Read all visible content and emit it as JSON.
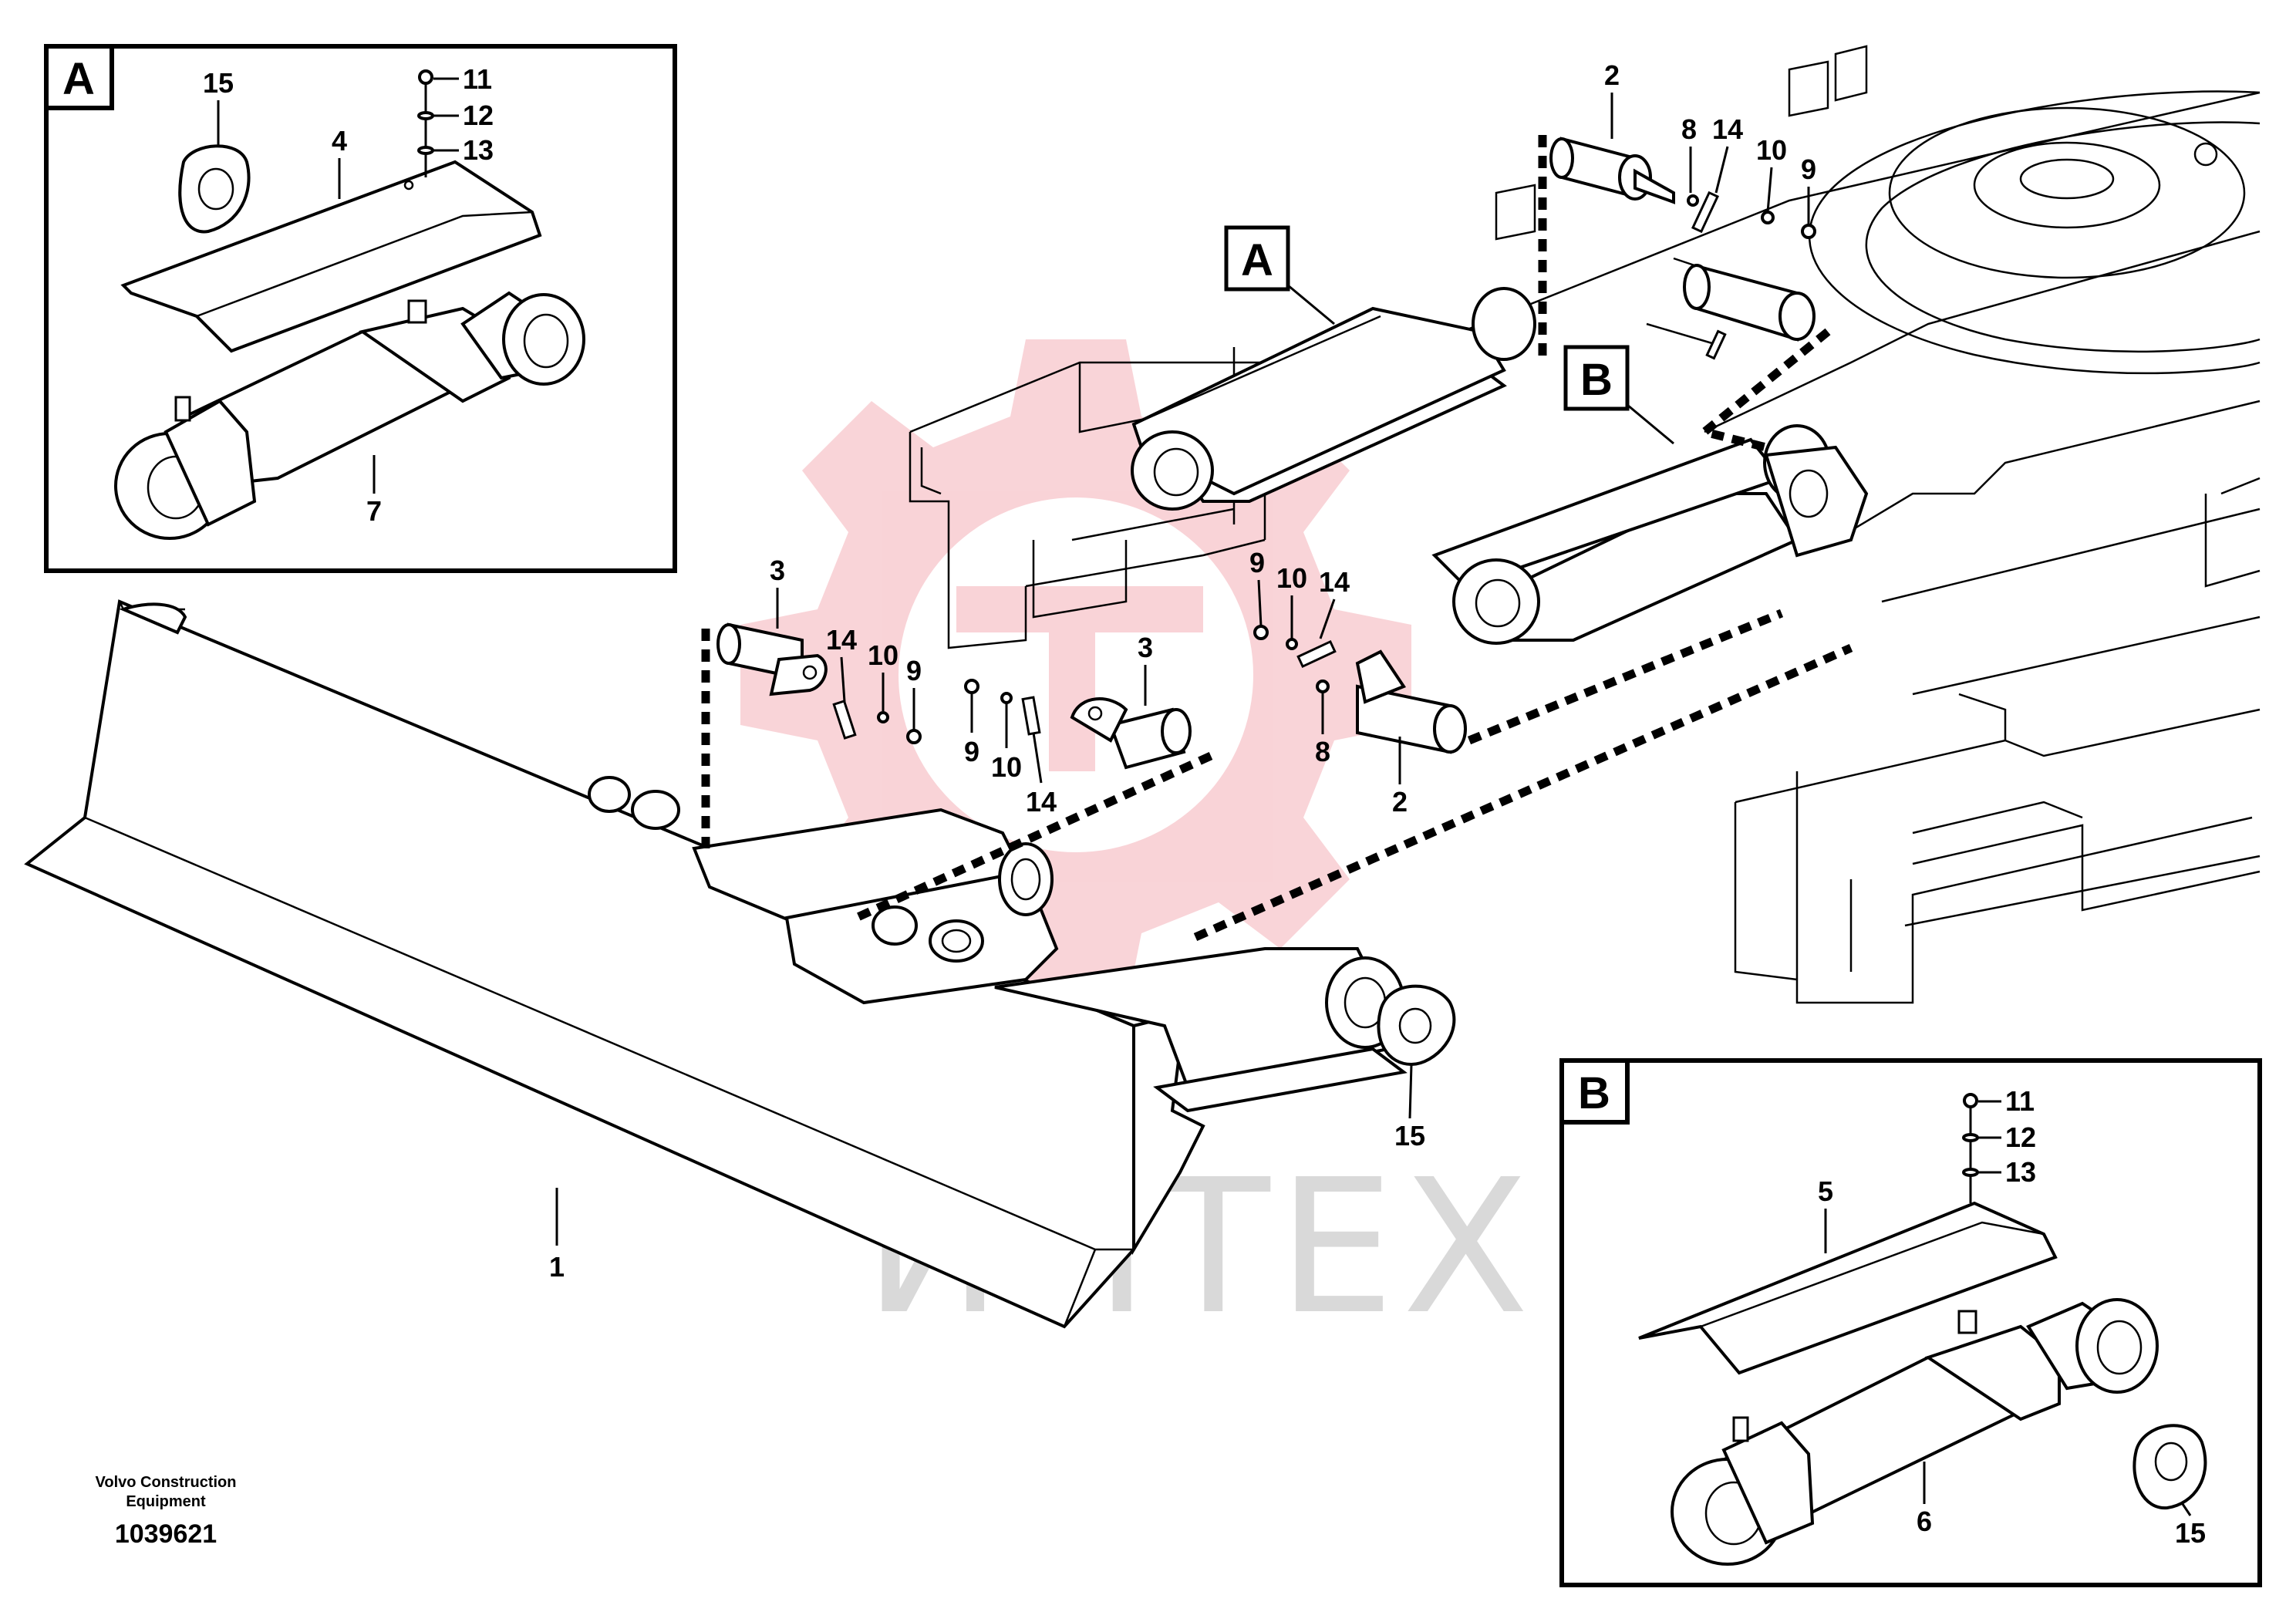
{
  "watermark": {
    "text": "ИНТЕХ",
    "color": "#f2a0a8"
  },
  "footer": {
    "maker_line1": "Volvo Construction",
    "maker_line2": "Equipment",
    "drawing_number": "1039621"
  },
  "detail_boxes": {
    "a": {
      "letter": "A"
    },
    "b": {
      "letter": "B"
    }
  },
  "callouts": {
    "a_letter": "A",
    "b_letter": "B"
  },
  "part_labels": {
    "box_a": {
      "p15": "15",
      "p4": "4",
      "p11": "11",
      "p12": "12",
      "p13": "13",
      "p7": "7"
    },
    "box_b": {
      "p11": "11",
      "p12": "12",
      "p13": "13",
      "p5": "5",
      "p15": "15",
      "p6": "6"
    },
    "main": {
      "p1": "1",
      "p2_top": "2",
      "p8_top": "8",
      "p14_top": "14",
      "p10_top": "10",
      "p9_top": "9",
      "p3_left": "3",
      "p14_left": "14",
      "p10_left": "10",
      "p9_left": "9",
      "p9_mid": "9",
      "p10_mid": "10",
      "p14_mid": "14",
      "p3_mid": "3",
      "p9_right": "9",
      "p10_right": "10",
      "p14_right": "14",
      "p8_right": "8",
      "p2_right": "2",
      "p15_blade": "15"
    }
  }
}
